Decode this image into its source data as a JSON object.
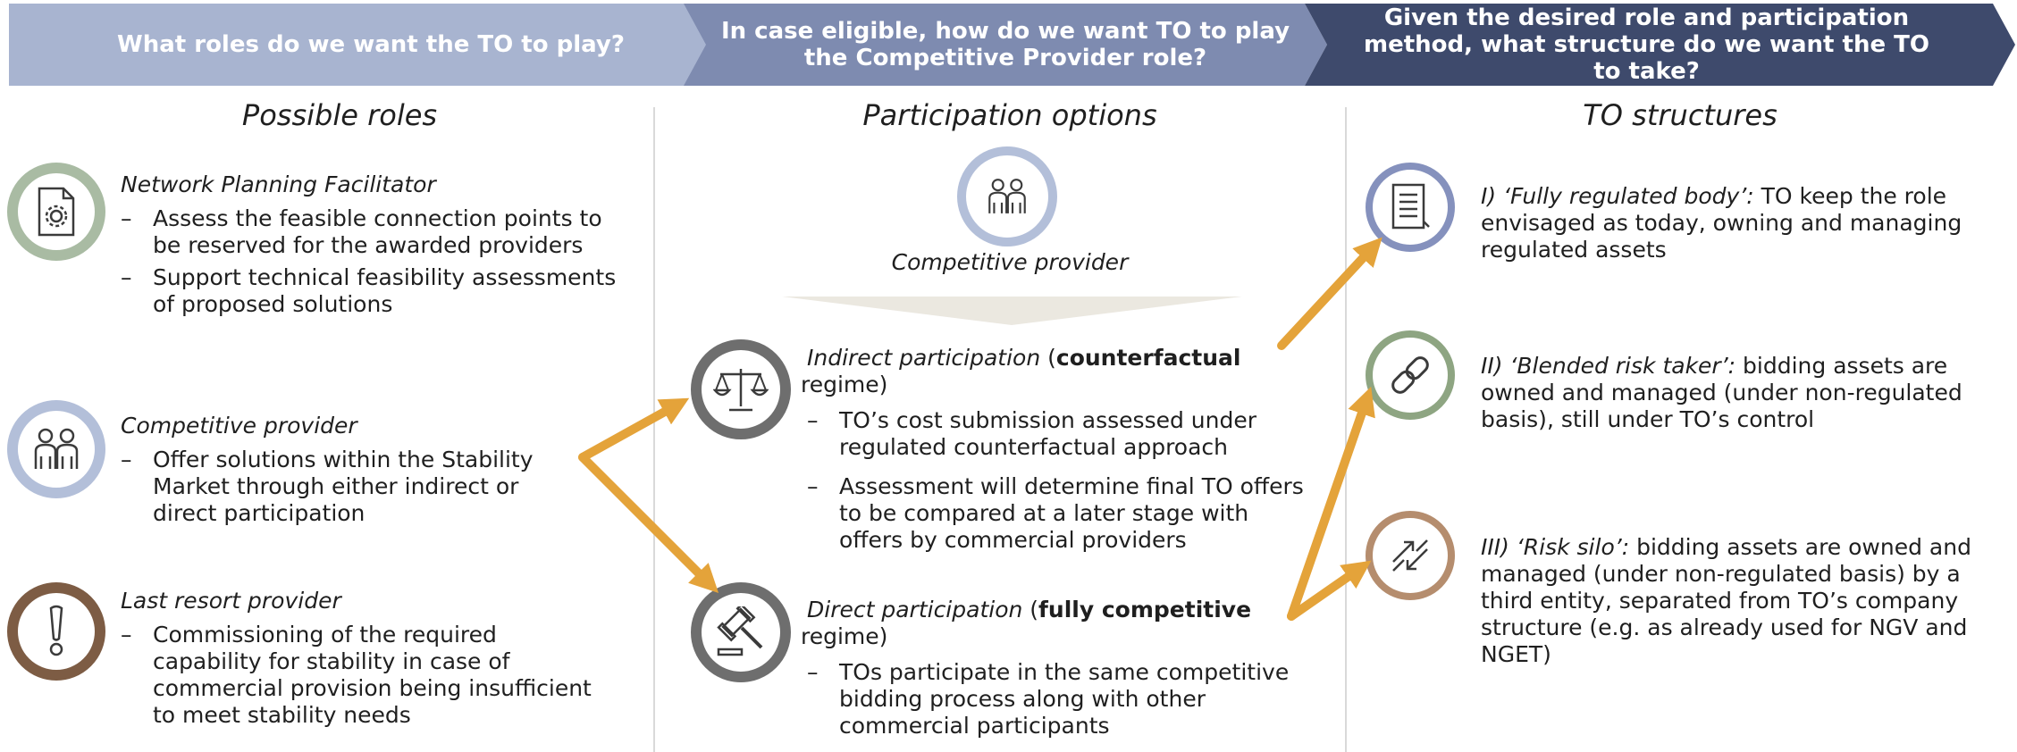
{
  "header": {
    "step1": "What roles do we want the TO to play?",
    "step2": "In case eligible, how do we want TO to play the Competitive Provider role?",
    "step3": "Given the desired role and participation method, what structure do we want the TO to take?"
  },
  "columns": {
    "roles_title": "Possible roles",
    "participation_title": "Participation options",
    "structures_title": "TO structures"
  },
  "roles": [
    {
      "title": "Network Planning Facilitator",
      "icon": "settings-document-icon",
      "bullets": [
        "Assess the feasible connection points to be reserved for the awarded providers",
        "Support technical feasibility assessments of proposed solutions"
      ]
    },
    {
      "title": "Competitive provider",
      "icon": "people-icon",
      "bullets": [
        "Offer solutions within the Stability Market through either indirect or direct participation"
      ]
    },
    {
      "title": "Last resort provider",
      "icon": "exclamation-icon",
      "bullets": [
        "Commissioning of the required capability for stability in case of commercial provision being insufficient to meet stability needs"
      ]
    }
  ],
  "participation": {
    "top_label": "Competitive provider",
    "options": [
      {
        "title_italic": "Indirect participation",
        "title_open": " (",
        "title_bold": "counterfactual",
        "title_rest": " regime)",
        "icon": "scales-icon",
        "bullets": [
          "TO’s cost submission assessed under regulated counterfactual approach",
          "Assessment will determine final TO offers to be compared at a later stage with offers by commercial providers"
        ]
      },
      {
        "title_italic": "Direct participation",
        "title_open": " (",
        "title_bold": "fully competitive",
        "title_rest": " regime)",
        "icon": "gavel-icon",
        "bullets": [
          "TOs participate in the same competitive bidding process along with other commercial participants"
        ]
      }
    ]
  },
  "structures": [
    {
      "label": "I) ‘Fully regulated body’:",
      "text": " TO keep the role envisaged as today, owning and managing regulated assets",
      "icon": "document-icon"
    },
    {
      "label": "II) ‘Blended risk taker’:",
      "text": " bidding assets are owned and managed (under non-regulated basis), still under TO’s control",
      "icon": "link-icon"
    },
    {
      "label": "III) ‘Risk silo’:",
      "text": " bidding assets are owned and managed (under non-regulated basis) by a third entity, separated from TO’s company structure (e.g. as already used for NGV and NGET)",
      "icon": "split-arrows-icon"
    }
  ],
  "colors": {
    "arrow": "#e4a33a",
    "chevron1": "#a8b4d0",
    "chevron2": "#7e8bb0",
    "chevron3": "#3e4a6c",
    "ring_green": "#a9bba3",
    "ring_blue": "#b3bfd9",
    "ring_brown": "#7d5c44",
    "ring_gray": "#6e6e6e",
    "ring_navy": "#8591bd",
    "ring_olive": "#8ea582",
    "ring_tan": "#b58d6e"
  }
}
